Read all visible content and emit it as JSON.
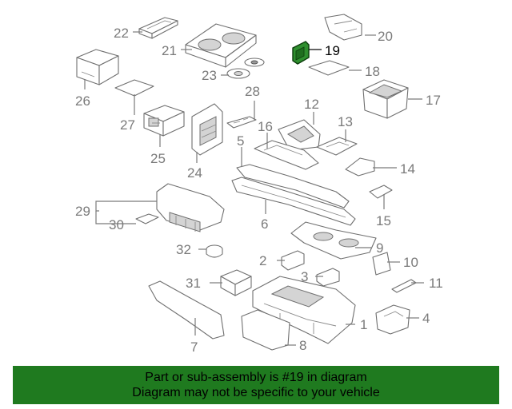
{
  "diagram": {
    "highlighted_part": "19",
    "highlight_color": "#1f7a1f",
    "callouts": [
      "1",
      "2",
      "3",
      "4",
      "5",
      "6",
      "7",
      "8",
      "9",
      "10",
      "11",
      "12",
      "13",
      "14",
      "15",
      "16",
      "17",
      "18",
      "19",
      "20",
      "21",
      "22",
      "23",
      "24",
      "25",
      "26",
      "27",
      "28",
      "29",
      "30",
      "31",
      "32"
    ]
  },
  "banner": {
    "line1": "Part or sub-assembly is #19 in diagram",
    "line2": "Diagram may not be specific to your vehicle",
    "background": "#1f7a1f"
  }
}
